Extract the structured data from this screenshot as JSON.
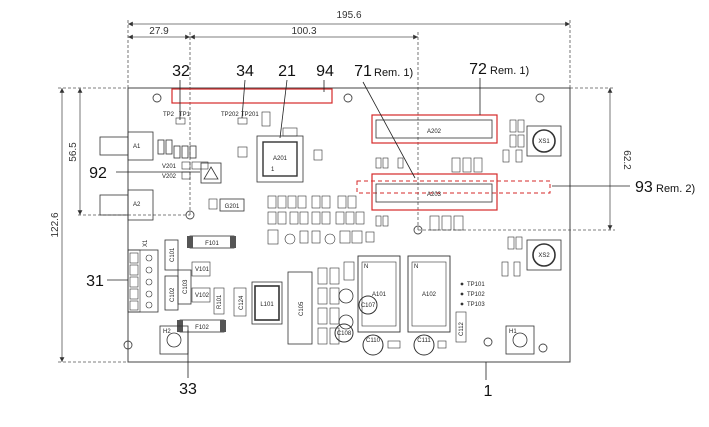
{
  "dimensions": {
    "overall_width": "195.6",
    "offset_left": "27.9",
    "offset_mid": "100.3",
    "height_total": "122.6",
    "height_left": "56.5",
    "height_right": "62.2"
  },
  "callouts": {
    "c32": "32",
    "c34": "34",
    "c21": "21",
    "c94": "94",
    "c71": "71",
    "c71_rem": "Rem. 1)",
    "c72": "72",
    "c72_rem": "Rem. 1)",
    "c93": "93",
    "c93_rem": "Rem. 2)",
    "c92": "92",
    "c31": "31",
    "c33": "33",
    "c1": "1"
  },
  "components": {
    "tp2": "TP2",
    "tp1": "TP1",
    "tp202": "TP202",
    "tp201": "TP201",
    "a1": "A1",
    "a2": "A2",
    "a201": "A201",
    "a201_pin": "1",
    "a202": "A202",
    "a203": "A203",
    "v201": "V201",
    "v202": "V202",
    "g201": "G201",
    "xs1": "XS1",
    "xs2": "XS2",
    "x1": "X1",
    "f101": "F101",
    "f102": "F102",
    "c101": "C101",
    "c102": "C102",
    "c103": "C103",
    "c105": "C105",
    "c107": "C107",
    "c108": "C108",
    "c110": "C110",
    "c111": "C111",
    "c112": "C112",
    "c124": "C124",
    "v101": "V101",
    "v102": "V102",
    "r101": "R101",
    "l101": "L101",
    "a101": "A101",
    "a102": "A102",
    "tp101": "TP101",
    "tp102": "TP102",
    "tp103": "TP103",
    "h2": "H2",
    "h1": "H1",
    "n1": "N",
    "n2": "N"
  }
}
